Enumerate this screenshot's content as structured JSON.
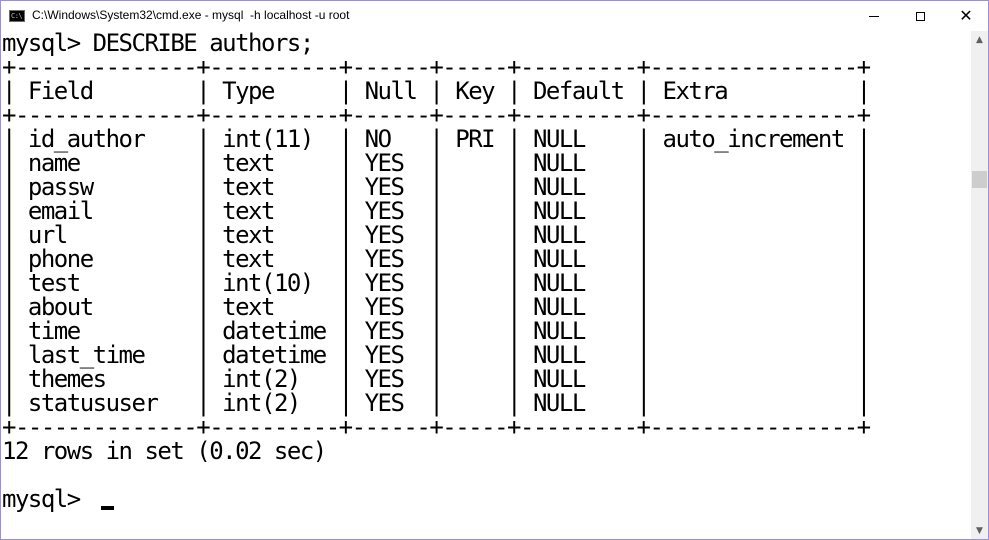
{
  "window": {
    "title": "C:\\Windows\\System32\\cmd.exe - mysql  -h localhost -u root",
    "icon_label": "C:\\",
    "icon": "cmd-icon"
  },
  "controls": {
    "minimize_icon": "minimize-icon",
    "maximize_icon": "maximize-icon",
    "close_glyph": "✕"
  },
  "console": {
    "prompt": "mysql> ",
    "command": "DESCRIBE authors;",
    "border": "+--------------+----------+------+-----+---------+----------------+",
    "columns": [
      "Field",
      "Type",
      "Null",
      "Key",
      "Default",
      "Extra"
    ],
    "rows": [
      [
        "id_author",
        "int(11)",
        "NO",
        "PRI",
        "NULL",
        "auto_increment"
      ],
      [
        "name",
        "text",
        "YES",
        "",
        "NULL",
        ""
      ],
      [
        "passw",
        "text",
        "YES",
        "",
        "NULL",
        ""
      ],
      [
        "email",
        "text",
        "YES",
        "",
        "NULL",
        ""
      ],
      [
        "url",
        "text",
        "YES",
        "",
        "NULL",
        ""
      ],
      [
        "phone",
        "text",
        "YES",
        "",
        "NULL",
        ""
      ],
      [
        "test",
        "int(10)",
        "YES",
        "",
        "NULL",
        ""
      ],
      [
        "about",
        "text",
        "YES",
        "",
        "NULL",
        ""
      ],
      [
        "time",
        "datetime",
        "YES",
        "",
        "NULL",
        ""
      ],
      [
        "last_time",
        "datetime",
        "YES",
        "",
        "NULL",
        ""
      ],
      [
        "themes",
        "int(2)",
        "YES",
        "",
        "NULL",
        ""
      ],
      [
        "statususer",
        "int(2)",
        "YES",
        "",
        "NULL",
        ""
      ]
    ],
    "summary": "12 rows in set (0.02 sec)",
    "final_prompt": "mysql> "
  },
  "scrollbar": {
    "up_glyph": "▲",
    "down_glyph": "▼"
  }
}
